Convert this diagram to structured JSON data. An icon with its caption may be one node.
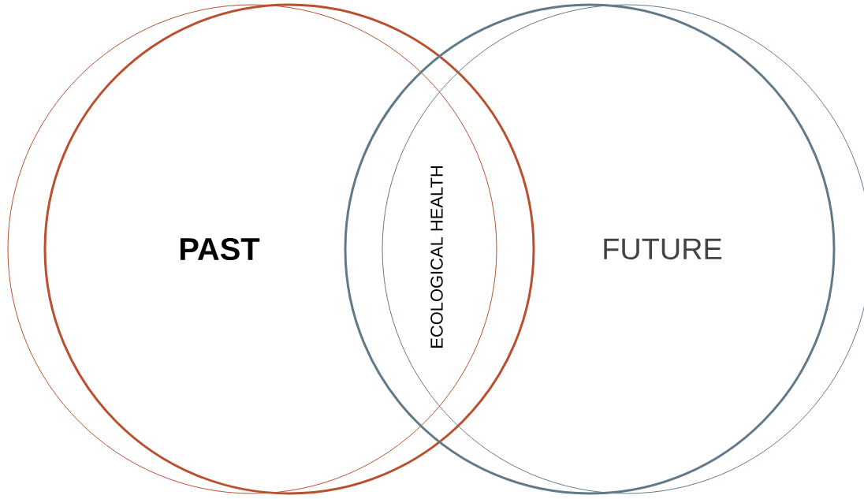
{
  "diagram": {
    "nodes": [
      {
        "text": [],
        "shape": "circle"
      },
      {
        "text": [
          "PAST"
        ]
      },
      {
        "text": [
          "FUTURE"
        ]
      },
      {
        "text": [],
        "shape": "circle"
      }
    ],
    "labels": [
      "ECOLOGICAL HEALTH"
    ]
  }
}
